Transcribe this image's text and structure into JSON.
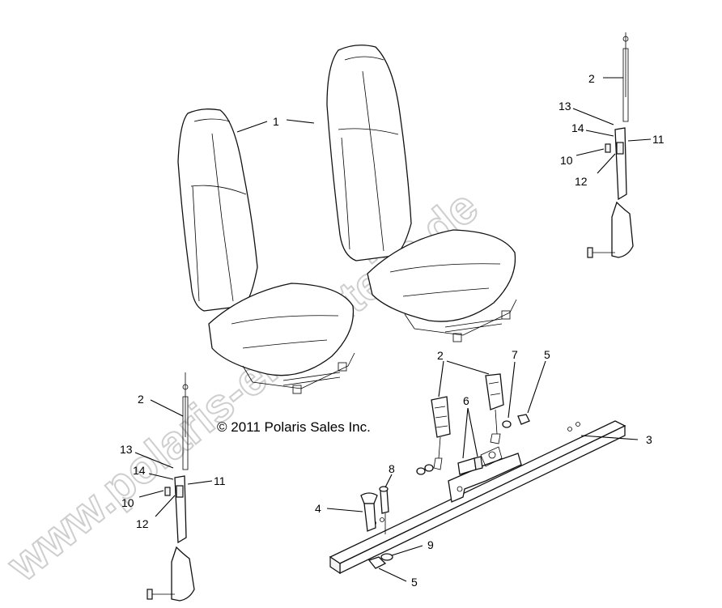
{
  "copyright": "© 2011 Polaris Sales Inc.",
  "watermark": "www.polaris-ersatzteile.de",
  "callouts": {
    "seat": "1",
    "belt_top_right": "2",
    "belt_left": "2",
    "belt_center": "2",
    "bar": "3",
    "bolt": "4",
    "nut_top": "5",
    "nut_bottom": "5",
    "stud": "6",
    "washer": "7",
    "pin": "8",
    "washer_bottom": "9",
    "tr_10": "10",
    "tr_11": "11",
    "tr_12": "12",
    "tr_13": "13",
    "tr_14": "14",
    "l_10": "10",
    "l_11": "11",
    "l_12": "12",
    "l_13": "13",
    "l_14": "14"
  }
}
